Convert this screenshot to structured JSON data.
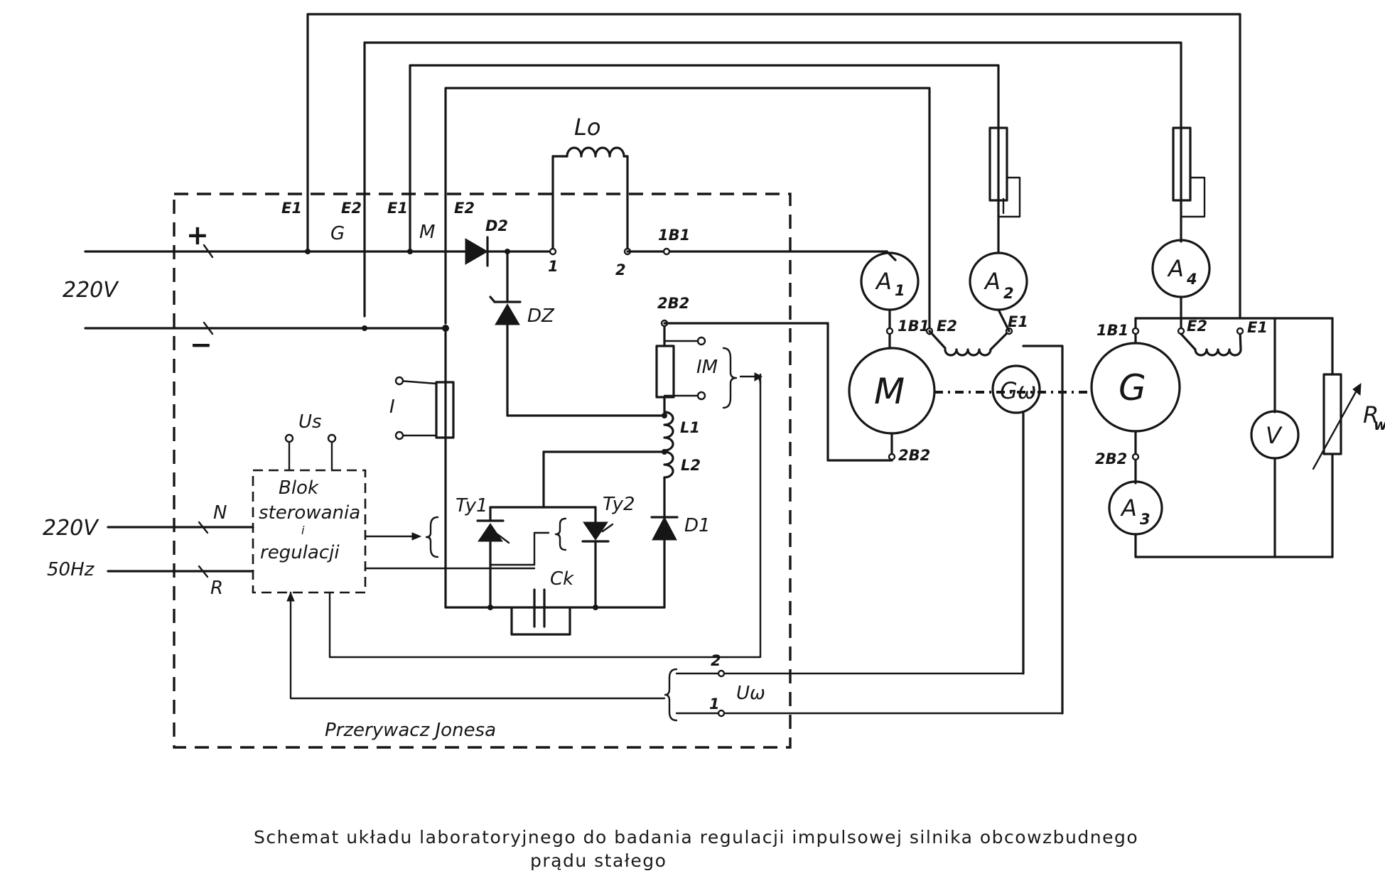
{
  "caption": {
    "line1": "Schemat układu laboratoryjnego do badania regulacji impulsowej silnika obcowzbudnego",
    "line2": "prądu stałego"
  },
  "box_label": "Przerywacz Jonesa",
  "supply_dc": {
    "voltage": "220V",
    "plus": "+",
    "minus": "−"
  },
  "supply_ac": {
    "voltage": "220V",
    "freq": "50Hz",
    "n": "N",
    "r": "R"
  },
  "control_block": {
    "line1": "Blok",
    "line2": "sterowania",
    "line3": "i",
    "line4": "regulacji",
    "us": "Us"
  },
  "top_terminals": {
    "e1a": "E1",
    "g": "G",
    "e2a": "E2",
    "e1b": "E1",
    "m": "M",
    "e2b": "E2"
  },
  "components": {
    "ld": "Lo",
    "d2": "D2",
    "dz": "DZ",
    "d1": "D1",
    "l1": "L1",
    "l2": "L2",
    "ty1": "Ty1",
    "ty2": "Ty2",
    "ck": "Ck",
    "i": "I",
    "im": "IM",
    "uw": "Uω",
    "t1": "1",
    "t2": "2",
    "t_1b1": "1B1",
    "t_2b2": "2B2",
    "uw_t2": "2",
    "uw_t1": "1"
  },
  "motor": {
    "label": "M",
    "top": "1B1",
    "bottom": "2B2",
    "e2": "E2",
    "e1": "E1"
  },
  "tacho": {
    "label": "Gω"
  },
  "generator": {
    "label": "G",
    "top": "1B1",
    "bottom": "2B2",
    "e2": "E2",
    "e1": "E1"
  },
  "meters": {
    "a1": "A",
    "a1_sub": "1",
    "a2": "A",
    "a2_sub": "2",
    "a3": "A",
    "a3_sub": "3",
    "a4": "A",
    "a4_sub": "4",
    "v": "V"
  },
  "load": {
    "r": "R",
    "r_sub": "w"
  }
}
